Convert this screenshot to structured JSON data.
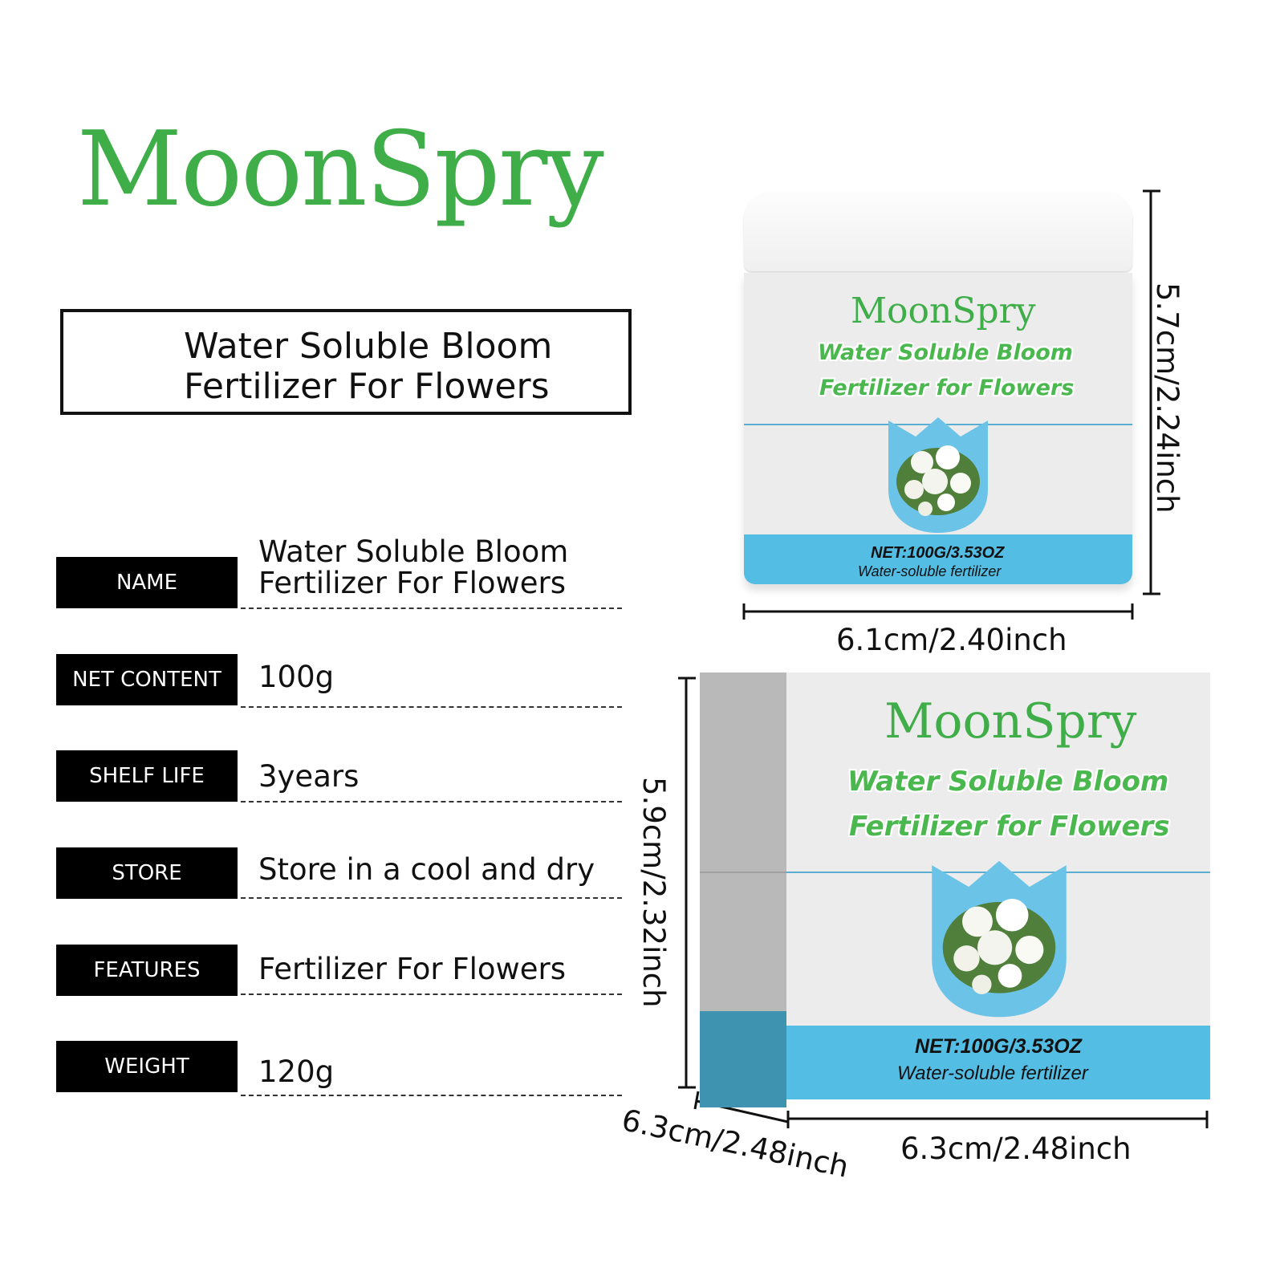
{
  "brand": {
    "name": "MoonSpry",
    "color": "#3fae49"
  },
  "title": {
    "line1": "Water Soluble Bloom",
    "line2": "Fertilizer For Flowers"
  },
  "specs": [
    {
      "label": "NAME",
      "value_line1": "Water Soluble Bloom",
      "value_line2": "Fertilizer For Flowers"
    },
    {
      "label": "NET  CONTENT",
      "value": "100g"
    },
    {
      "label": "SHELF LIFE",
      "value": "3years"
    },
    {
      "label": "STORE",
      "value": "Store in a cool and dry"
    },
    {
      "label": "FEATURES",
      "value": "Fertilizer For Flowers"
    },
    {
      "label": "WEIGHT",
      "value": "120g"
    }
  ],
  "jar": {
    "brand": "MoonSpry",
    "title_line1": "Water Soluble Bloom",
    "title_line2": "Fertilizer for Flowers",
    "net": "NET:100G/3.53OZ",
    "subtitle": "Water-soluble fertilizer",
    "height_dim": "5.7cm/2.24inch",
    "width_dim": "6.1cm/2.40inch"
  },
  "box": {
    "brand": "MoonSpry",
    "title_line1": "Water Soluble Bloom",
    "title_line2": "Fertilizer for Flowers",
    "net": "NET:100G/3.53OZ",
    "subtitle": "Water-soluble fertilizer",
    "height_dim": "5.9cm/2.32inch",
    "depth_dim": "6.3cm/2.48inch",
    "width_dim": "6.3cm/2.48inch"
  },
  "colors": {
    "accent_blue": "#54bde4",
    "label_bg": "#000000",
    "leaf_green": "#3fae49"
  }
}
